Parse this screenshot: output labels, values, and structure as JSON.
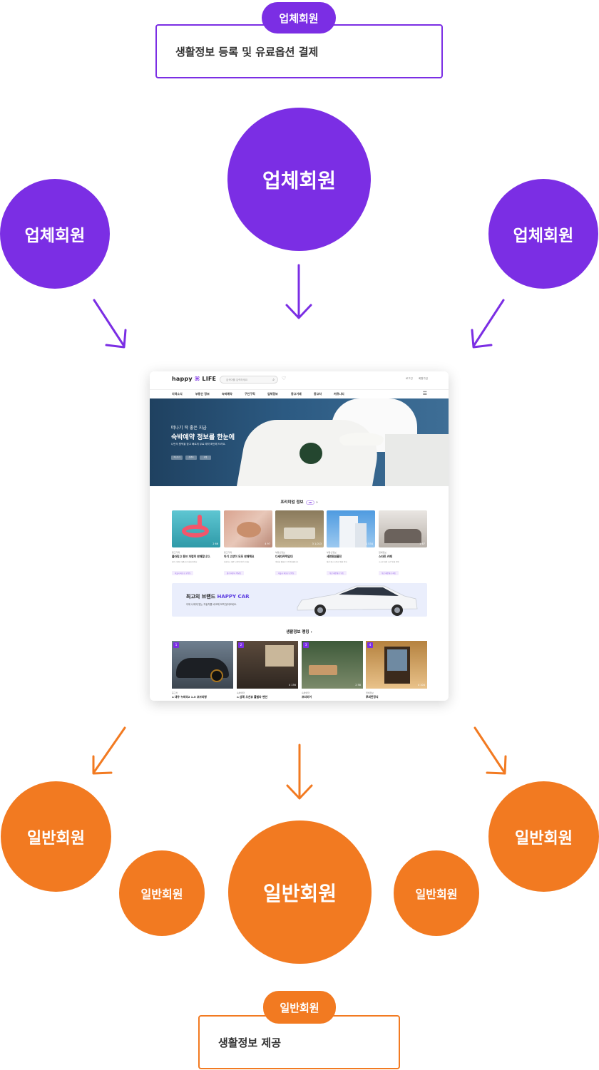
{
  "top_callout": {
    "badge": "업체회원",
    "text": "생활정보 등록 및 유료옵션 결제",
    "color": "#7b2ee4"
  },
  "bottom_callout": {
    "badge": "일반회원",
    "text": "생활정보 제공",
    "color": "#f27a21"
  },
  "business_circles": [
    "업체회원",
    "업체회원",
    "업체회원"
  ],
  "general_circles": [
    "일반회원",
    "일반회원",
    "일반회원",
    "일반회원",
    "일반회원"
  ],
  "mockup": {
    "logo": "happy",
    "logo_suffix": "LIFE",
    "search_placeholder": "검색어를 입력하세요",
    "util_links": [
      "로그인",
      "회원가입"
    ],
    "nav": [
      "지역소식",
      "부동산 정보",
      "숙박예약",
      "구인구직",
      "업체정보",
      "중고거래",
      "중고차",
      "커뮤니티"
    ],
    "hero": {
      "line1": "떠나기 딱 좋은 지금",
      "line2": "숙박예약 정보를 한눈에",
      "line3": "나만의 원픽을 찾고 빠르게 무료 예약 확인해 드려요.",
      "tags": [
        "숙소보기",
        "관광지",
        "호텔"
      ]
    },
    "premium": {
      "title": "프리미엄 정보",
      "badge": "AD",
      "cards": [
        {
          "cat": "중고거래",
          "title": "플라밍고 튜브 저렴히 판매합니다.",
          "desc": "한번 사용한 제품으로 상태 좋아요",
          "tag": "서울시 마포구 공덕동",
          "meta": "2  66"
        },
        {
          "cat": "중고거래",
          "title": "아기 고양이 모모 판매해요",
          "desc": "건강하고 예쁜 고양이 입양 보내요",
          "tag": "경기 파주시 야당동",
          "meta": "4  97"
        },
        {
          "cat": "부동산정보",
          "title": "다세대주택임대",
          "desc": "역세권 깔끔한 주택 임대합니다",
          "tag": "서울시 마포구 공덕동",
          "meta": "3  1,013"
        },
        {
          "cat": "부동산정보",
          "title": "세련된원룸전",
          "desc": "채광 좋고 조용한 원룸 안내",
          "tag": "부산 해운대구 우동",
          "meta": "1  534"
        },
        {
          "cat": "업체정보",
          "title": "스타트 카페",
          "desc": "소규모 창업 공간 임대 문의",
          "tag": "부산 해운대구 좌동",
          "meta": "1  67"
        }
      ]
    },
    "banner": {
      "line1_prefix": "최고의 브랜드",
      "line1_highlight": "HAPPY CAR",
      "line2": "이제 나에게 맞는 자동차를 비교해 보며 찾아보세요."
    },
    "ranking": {
      "title": "생활정보 랭킹",
      "items": [
        {
          "num": "1",
          "cat": "중고차",
          "title": "대우 누비라2 1.5 코브라형",
          "meta": ""
        },
        {
          "num": "2",
          "cat": "숙박예약",
          "title": "삼례 오션뷰 풀빌라 펜션",
          "meta": "4  156"
        },
        {
          "num": "3",
          "cat": "숙박예약",
          "title": "프리미어",
          "meta": "2  58"
        },
        {
          "num": "4",
          "cat": "업체정보",
          "title": "루피한정식",
          "meta": "4  104"
        }
      ]
    }
  },
  "colors": {
    "business": "#7b2ee4",
    "general": "#f27a21"
  }
}
